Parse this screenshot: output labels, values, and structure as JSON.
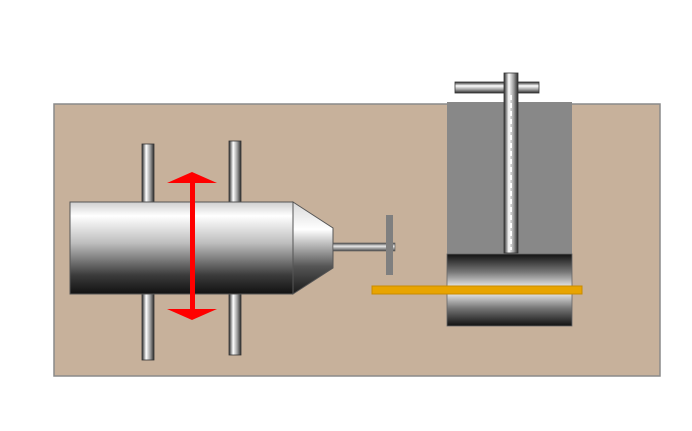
{
  "colors": {
    "background": "#ffffff",
    "base_plate": "#c7b19b",
    "base_plate_border": "#8a8a8a",
    "housing": "#888888",
    "motion_arrow": "#ff0000",
    "workpiece": "#e8a400",
    "workpiece_edge": "#c88a00",
    "metal_dark": "#1a1a1a",
    "metal_light": "#ffffff"
  },
  "icons": {
    "motion_arrow": "double-headed-vertical-arrow",
    "carriage": "cylindrical-carriage",
    "guide_rails": "vertical-guide-rods",
    "tool": "spindle-with-disc-cutter",
    "clamp": "screw-clamp",
    "workpiece": "flat-bar"
  }
}
